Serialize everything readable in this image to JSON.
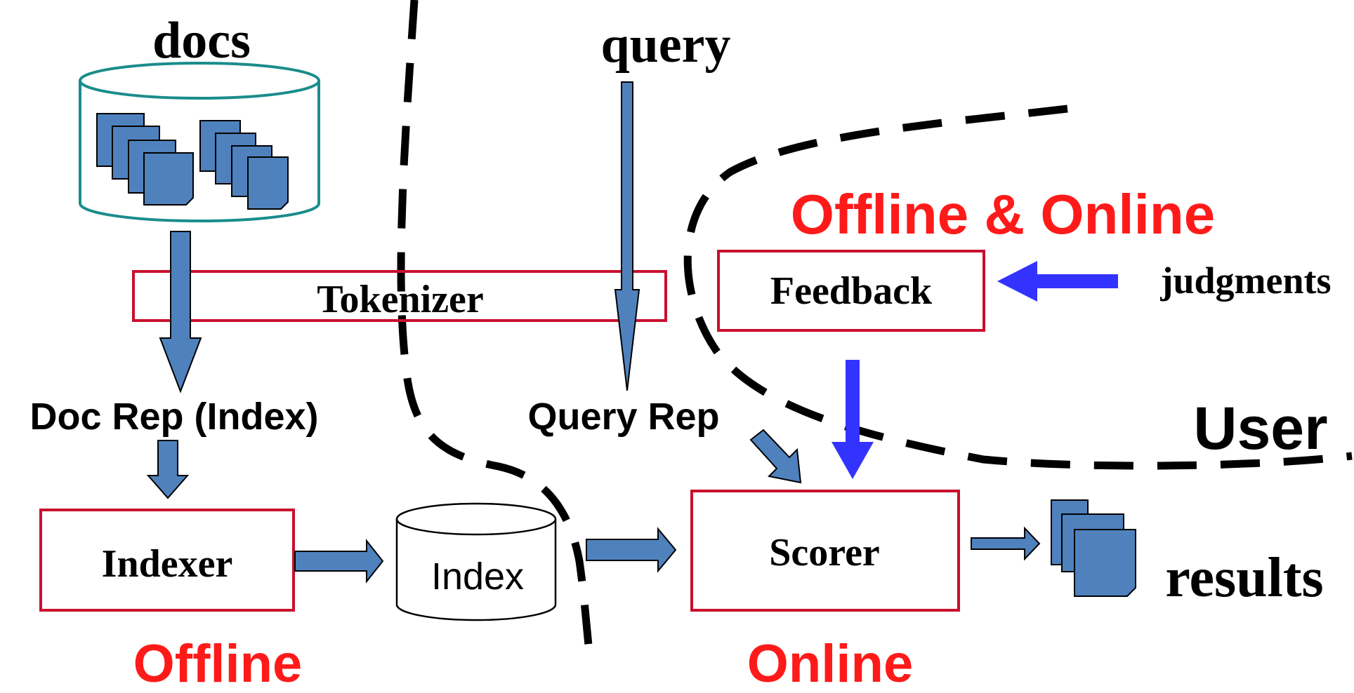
{
  "labels": {
    "docs": "docs",
    "query": "query",
    "tokenizer": "Tokenizer",
    "feedback": "Feedback",
    "judgments": "judgments",
    "doc_rep": "Doc Rep (Index)",
    "query_rep": "Query Rep",
    "user": "User",
    "indexer": "Indexer",
    "index": "Index",
    "scorer": "Scorer",
    "results": "results"
  },
  "zones": {
    "offline": "Offline",
    "online": "Online",
    "offline_online": "Offline & Online"
  },
  "colors": {
    "arrow_steel": "#4F81BD",
    "arrow_blue": "#3333FF",
    "box_border": "#C8102E",
    "zone_text": "#FF1A1A",
    "db_border": "#1A8C8C",
    "dashed": "#000000"
  }
}
